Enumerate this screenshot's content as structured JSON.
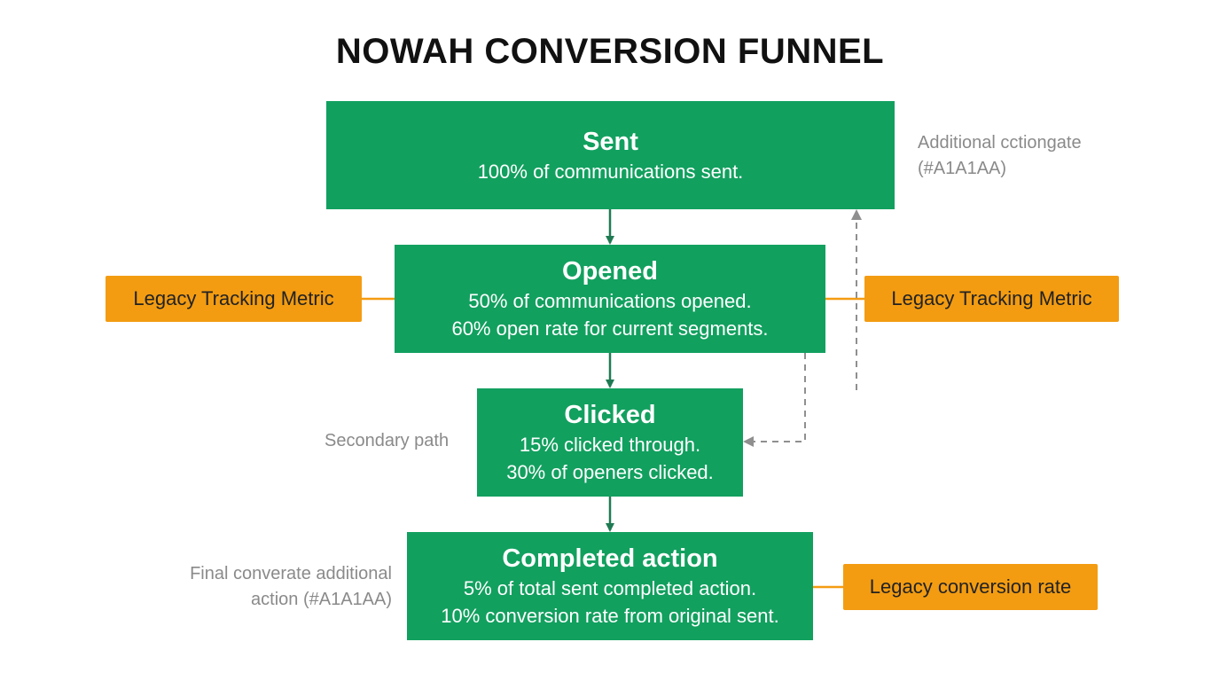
{
  "title": "NOWAH CONVERSION FUNNEL",
  "stages": [
    {
      "title": "Sent",
      "lines": [
        "100% of communications sent."
      ]
    },
    {
      "title": "Opened",
      "lines": [
        "50% of communications opened.",
        "60% open rate for current segments."
      ]
    },
    {
      "title": "Clicked",
      "lines": [
        "15% clicked through.",
        "30% of openers clicked."
      ]
    },
    {
      "title": "Completed action",
      "lines": [
        "5% of total sent completed action.",
        "10% conversion rate from original sent."
      ]
    }
  ],
  "legacy": {
    "left": "Legacy Tracking Metric",
    "right": "Legacy Tracking Metric",
    "conversion": "Legacy conversion rate"
  },
  "notes": {
    "top_right": [
      "Additional cctiongate",
      "(#A1A1AA)"
    ],
    "secondary": "Secondary path",
    "final": [
      "Final converate additional",
      "action (#A1A1AA)"
    ]
  },
  "colors": {
    "stage": "#12a05f",
    "legacy": "#f39c12",
    "arrow": "#1f7a52",
    "dashed": "#8f8f8f",
    "note": "#8a8a8a"
  }
}
